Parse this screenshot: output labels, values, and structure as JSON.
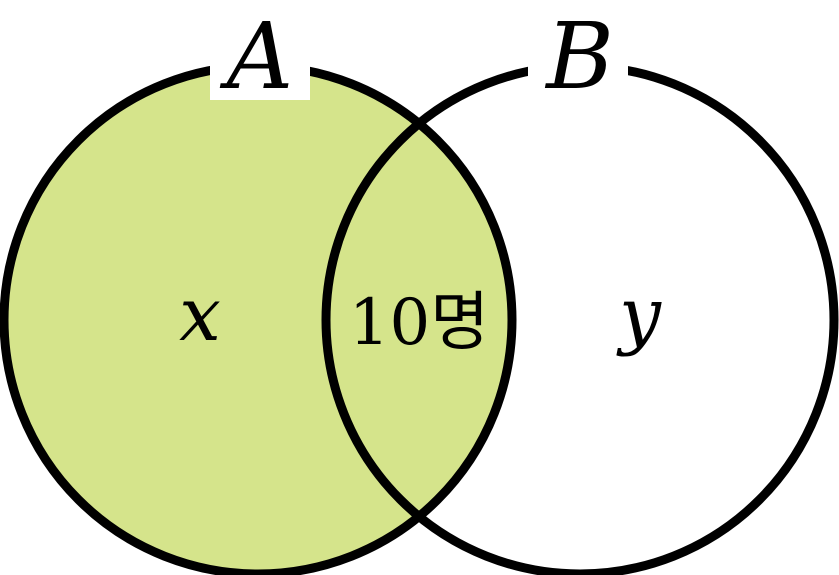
{
  "diagram": {
    "type": "venn",
    "highlight_color": "#d5e48b",
    "line_color": "#000000",
    "background_color": "#ffffff",
    "highlighted_set": "A",
    "sets": {
      "a": {
        "label": "A"
      },
      "b": {
        "label": "B"
      }
    },
    "regions": {
      "only_a": {
        "label": "x"
      },
      "intersection": {
        "label": "10명"
      },
      "only_b": {
        "label": "y"
      }
    }
  }
}
